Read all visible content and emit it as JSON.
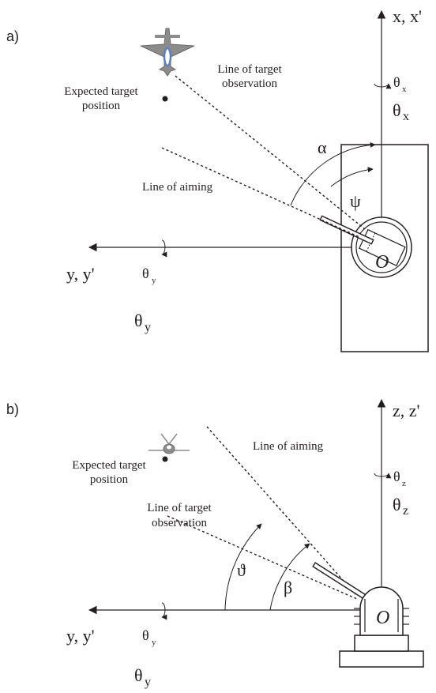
{
  "panel_a": {
    "panel_label": "a)",
    "axis_x_label": "x, x'",
    "axis_y_label": "y, y'",
    "theta_x_small": "θ",
    "theta_x_small_sub": "x",
    "theta_x_large": "θ",
    "theta_x_large_sub": "x",
    "theta_y_small": "θ",
    "theta_y_small_sub": "y",
    "theta_y_large": "θ",
    "theta_y_large_sub": "y",
    "alpha": "α",
    "psi": "ψ",
    "origin": "O",
    "expected_target_line1": "Expected target",
    "expected_target_line2": "position",
    "observation_line1": "Line of target",
    "observation_line2": "observation",
    "aiming_label": "Line of aiming"
  },
  "panel_b": {
    "panel_label": "b)",
    "axis_z_label": "z, z'",
    "axis_y_label": "y, y'",
    "theta_z_small": "θ",
    "theta_z_small_sub": "z",
    "theta_z_large": "θ",
    "theta_z_large_sub": "z",
    "theta_y_small": "θ",
    "theta_y_small_sub": "y",
    "theta_y_large": "θ",
    "theta_y_large_sub": "y",
    "vartheta": "ϑ",
    "beta": "β",
    "origin": "O",
    "expected_target_line1": "Expected target",
    "expected_target_line2": "position",
    "observation_line1": "Line of target",
    "observation_line2": "observation",
    "aiming_label": "Line of aiming"
  },
  "colors": {
    "ink": "#231f20",
    "aircraft_fill": "#8c8c8c",
    "aircraft_accent": "#5b7fc0"
  }
}
